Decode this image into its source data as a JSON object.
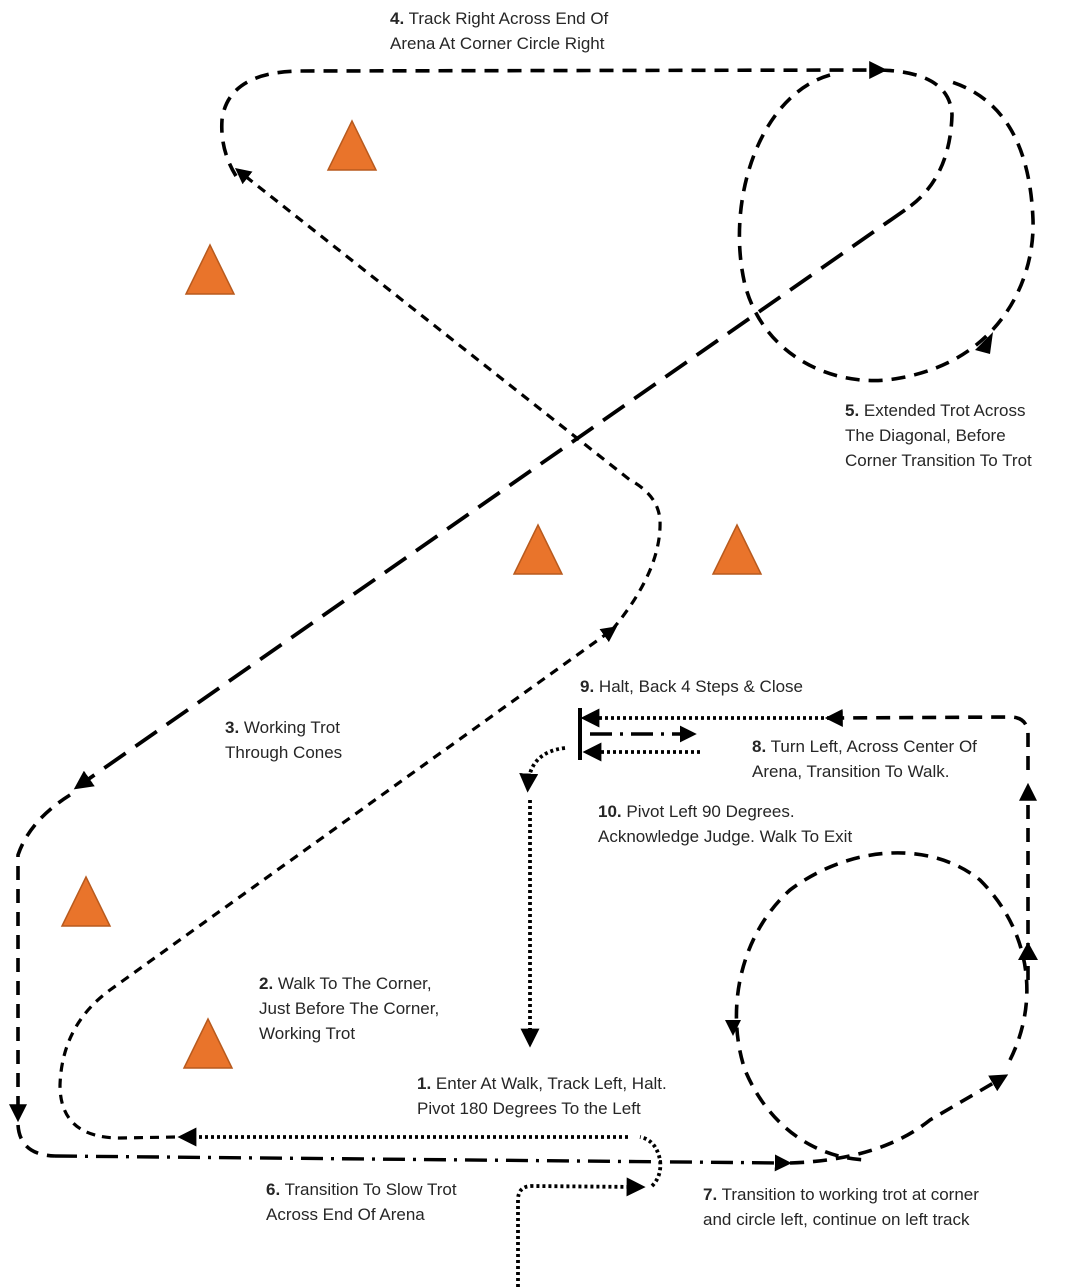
{
  "steps": [
    {
      "num": "1.",
      "text": "Enter At Walk, Track Left, Halt.\nPivot 180 Degrees To the Left"
    },
    {
      "num": "2.",
      "text": "Walk To The Corner,\nJust Before The Corner,\nWorking Trot"
    },
    {
      "num": "3.",
      "text": "Working Trot\nThrough Cones"
    },
    {
      "num": "4.",
      "text": "Track Right Across End Of\nArena At Corner Circle Right"
    },
    {
      "num": "5.",
      "text": "Extended Trot Across\nThe Diagonal, Before\nCorner Transition To Trot"
    },
    {
      "num": "6.",
      "text": "Transition To Slow Trot\nAcross End Of Arena"
    },
    {
      "num": "7.",
      "text": "Transition to working trot at corner\nand  circle left, continue on left track"
    },
    {
      "num": "8.",
      "text": "Turn Left, Across Center Of\nArena, Transition To Walk."
    },
    {
      "num": "9.",
      "text": "Halt, Back 4 Steps & Close"
    },
    {
      "num": "10.",
      "text": "Pivot Left 90 Degrees.\nAcknowledge Judge. Walk To Exit"
    }
  ],
  "colors": {
    "cone_fill": "#E9742B",
    "cone_stroke": "#B85A1E",
    "path": "#000000"
  },
  "cone_count": 6
}
